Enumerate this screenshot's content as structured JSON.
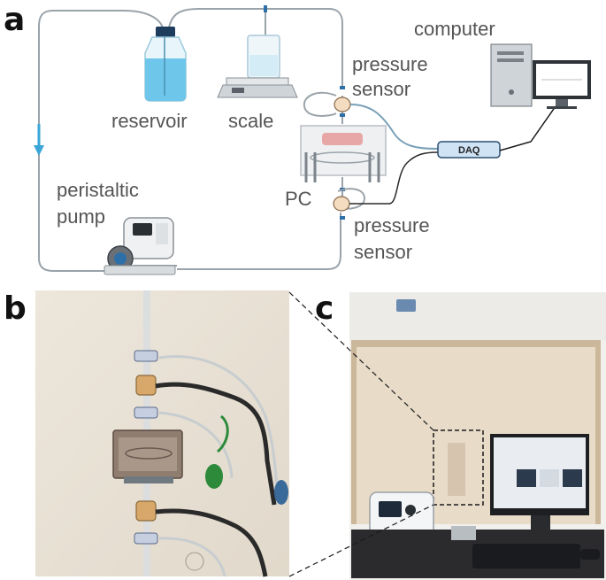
{
  "panels": {
    "a": "a",
    "b": "b",
    "c": "c"
  },
  "labels": {
    "computer": "computer",
    "pressure_sensor_top_1": "pressure",
    "pressure_sensor_top_2": "sensor",
    "reservoir": "reservoir",
    "scale": "scale",
    "daq": "DAQ",
    "peristaltic_1": "peristaltic",
    "peristaltic_2": "pump",
    "pc": "PC",
    "pressure_sensor_bottom_1": "pressure",
    "pressure_sensor_bottom_2": "sensor"
  },
  "colors": {
    "tube": "#9aa3aa",
    "flow_arrow": "#3aa6d8",
    "water": "#6ec6ea",
    "daq_fill": "#cfe3f5",
    "chip": "#e8a7a7"
  }
}
